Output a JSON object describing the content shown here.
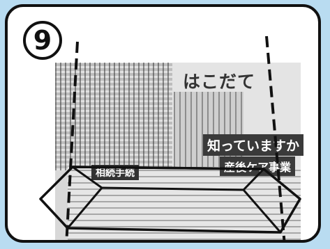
{
  "step": {
    "number": "9"
  },
  "newspaper": {
    "masthead": "はこだて",
    "headline_main": "知っていますか",
    "headline_sub": "産後ケア事業",
    "banner": "相続手続"
  },
  "colors": {
    "background": "#b9dcf1",
    "card": "#ffffff",
    "outline": "#111111"
  },
  "icons": {
    "step_badge": "circle-number",
    "fold_guides": "dashed-line"
  }
}
